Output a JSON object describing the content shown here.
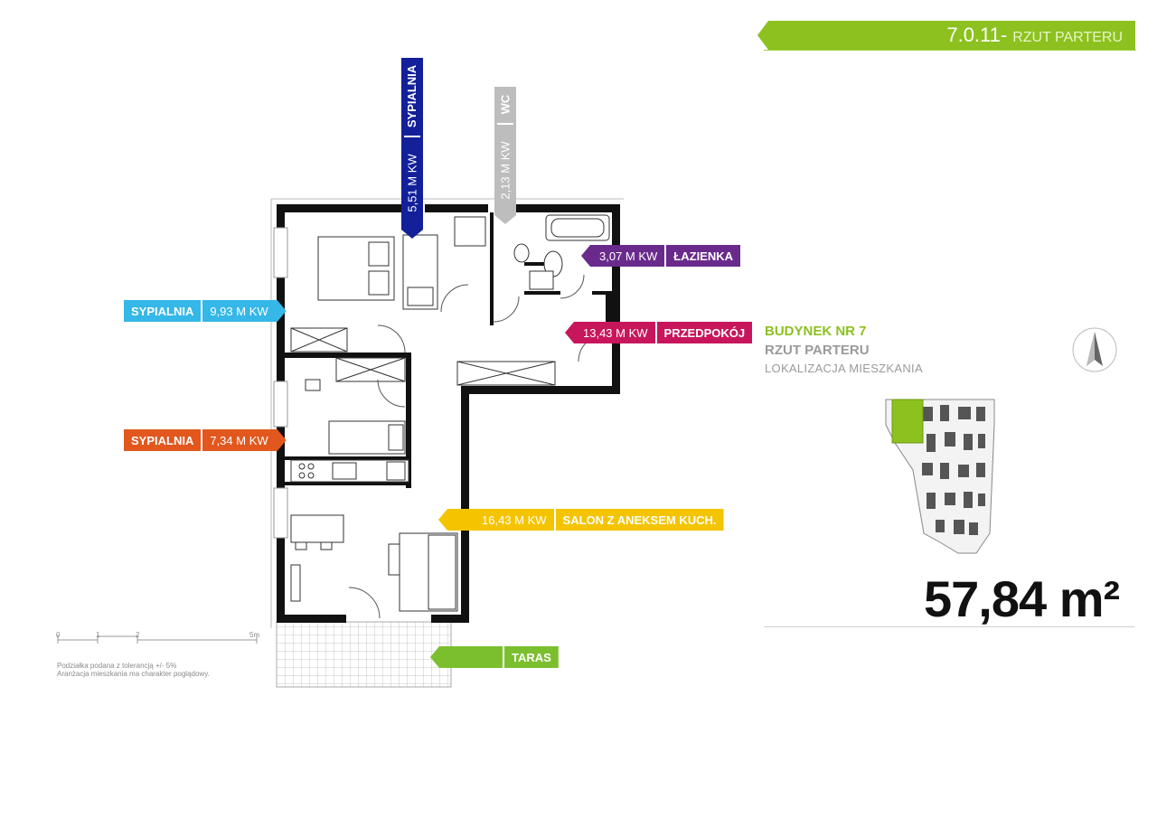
{
  "header": {
    "code": "7.0.11-",
    "subtitle": "RZUT PARTERU",
    "color": "#8cc11f"
  },
  "rooms": [
    {
      "id": "sypialnia-1",
      "name": "SYPIALNIA",
      "area": "9,93 M KW",
      "color": "#35b7e8"
    },
    {
      "id": "sypialnia-2",
      "name": "SYPIALNIA",
      "area": "7,34 M KW",
      "color": "#e2571e"
    },
    {
      "id": "sypialnia-3",
      "name": "SYPIALNIA",
      "area": "5,51 M KW",
      "color": "#13209a"
    },
    {
      "id": "wc",
      "name": "WC",
      "area": "2,13 M KW",
      "color": "#bdbdbd"
    },
    {
      "id": "lazienka",
      "name": "ŁAZIENKA",
      "area": "3,07 M KW",
      "color": "#6a2a8c"
    },
    {
      "id": "przedpokoj",
      "name": "PRZEDPOKÓJ",
      "area": "13,43 M KW",
      "color": "#c8165c"
    },
    {
      "id": "salon",
      "name": "SALON Z ANEKSEM KUCH.",
      "area": "16,43 M KW",
      "color": "#f4c400"
    },
    {
      "id": "taras",
      "name": "TARAS",
      "area": "",
      "color": "#7cbf2e"
    }
  ],
  "building": {
    "title": "BUDYNEK NR 7",
    "subtitle": "RZUT PARTERU",
    "location": "LOKALIZACJA MIESZKANIA"
  },
  "total_area": "57,84 m²",
  "scale": {
    "ticks": [
      "0",
      "1",
      "2",
      "5m"
    ]
  },
  "notes": [
    "Podziałka podana z tolerancją +/- 5%",
    "Aranżacja mieszkania ma charakter poglądowy."
  ],
  "icons": [
    "north-arrow-icon"
  ]
}
